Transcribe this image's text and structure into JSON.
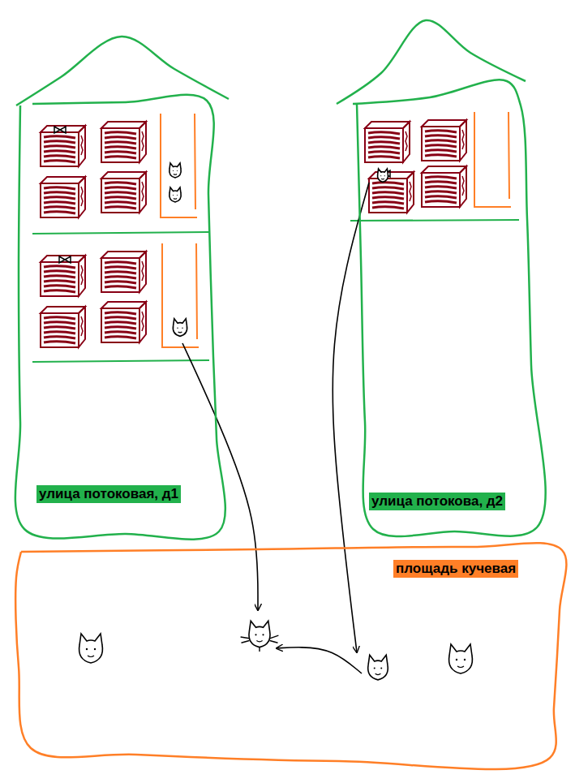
{
  "diagram": {
    "nodes": [
      {
        "text": [
          "улица потоковая, д1"
        ]
      },
      {
        "text": [
          "улица потокова, д2"
        ]
      },
      {
        "text": [
          "площадь кучевая"
        ]
      }
    ],
    "edges": [
      {
        "from": 0,
        "to": 2,
        "arrow": "to"
      },
      {
        "from": 1,
        "to": 2,
        "arrow": "to"
      }
    ]
  }
}
